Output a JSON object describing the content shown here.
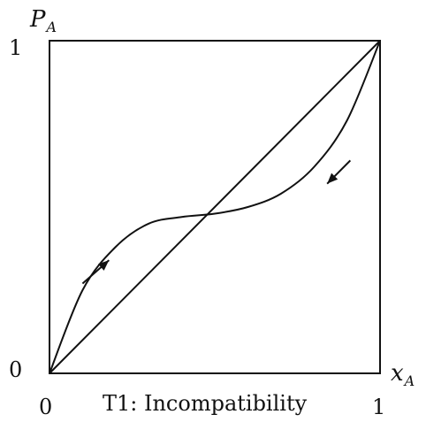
{
  "chart_data": {
    "type": "line",
    "title": "T1: Incompatibility",
    "ylabel_main": "P",
    "ylabel_sub": "A",
    "xlabel_main": "x",
    "xlabel_sub": "A",
    "xlim": [
      0,
      1
    ],
    "ylim": [
      0,
      1
    ],
    "x_ticks": [
      "0",
      "1"
    ],
    "y_ticks": [
      "0",
      "1"
    ],
    "grid": false,
    "series": [
      {
        "kind": "diagonal",
        "x": [
          0,
          1
        ],
        "y": [
          0,
          1
        ]
      },
      {
        "kind": "curve",
        "x": [
          0,
          0.1,
          0.2,
          0.3,
          0.4,
          0.5,
          0.6,
          0.7,
          0.8,
          0.9,
          1.0
        ],
        "y": [
          0,
          0.25,
          0.38,
          0.45,
          0.47,
          0.48,
          0.5,
          0.54,
          0.62,
          0.76,
          1.0
        ]
      }
    ],
    "arrows": [
      {
        "direction": "up",
        "from": [
          0.1,
          0.27
        ],
        "to": [
          0.18,
          0.34
        ]
      },
      {
        "direction": "down",
        "from": [
          0.91,
          0.64
        ],
        "to": [
          0.84,
          0.57
        ]
      }
    ],
    "colors": {
      "ink": "#111111",
      "background": "#ffffff"
    }
  }
}
